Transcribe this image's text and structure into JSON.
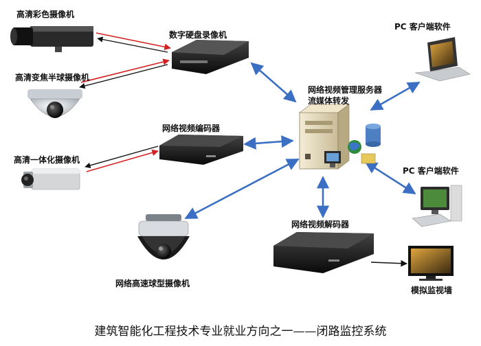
{
  "diagram": {
    "caption": "建筑智能化工程技术专业就业方向之一——闭路监控系统",
    "labels": {
      "hd_color_camera": "高清彩色摄像机",
      "hd_zoom_dome_camera": "高清变焦半球摄像机",
      "hd_integrated_camera": "高清一体化摄像机",
      "hd_speed_dome_camera": "网络高速球型摄像机",
      "dvr": "数字硬盘录像机",
      "network_encoder": "网络视频编码器",
      "network_decoder": "网络视频解码器",
      "server_line1": "网络视频管理服务器",
      "server_line2": "流媒体转发",
      "pc_client_top": "PC 客户端软件",
      "pc_client_bottom": "PC 客户端软件",
      "video_wall": "模拟监视墙"
    }
  },
  "colors": {
    "network_link": "#3a6fc4",
    "video_signal": "#d42020",
    "control_signal": "#111111"
  }
}
